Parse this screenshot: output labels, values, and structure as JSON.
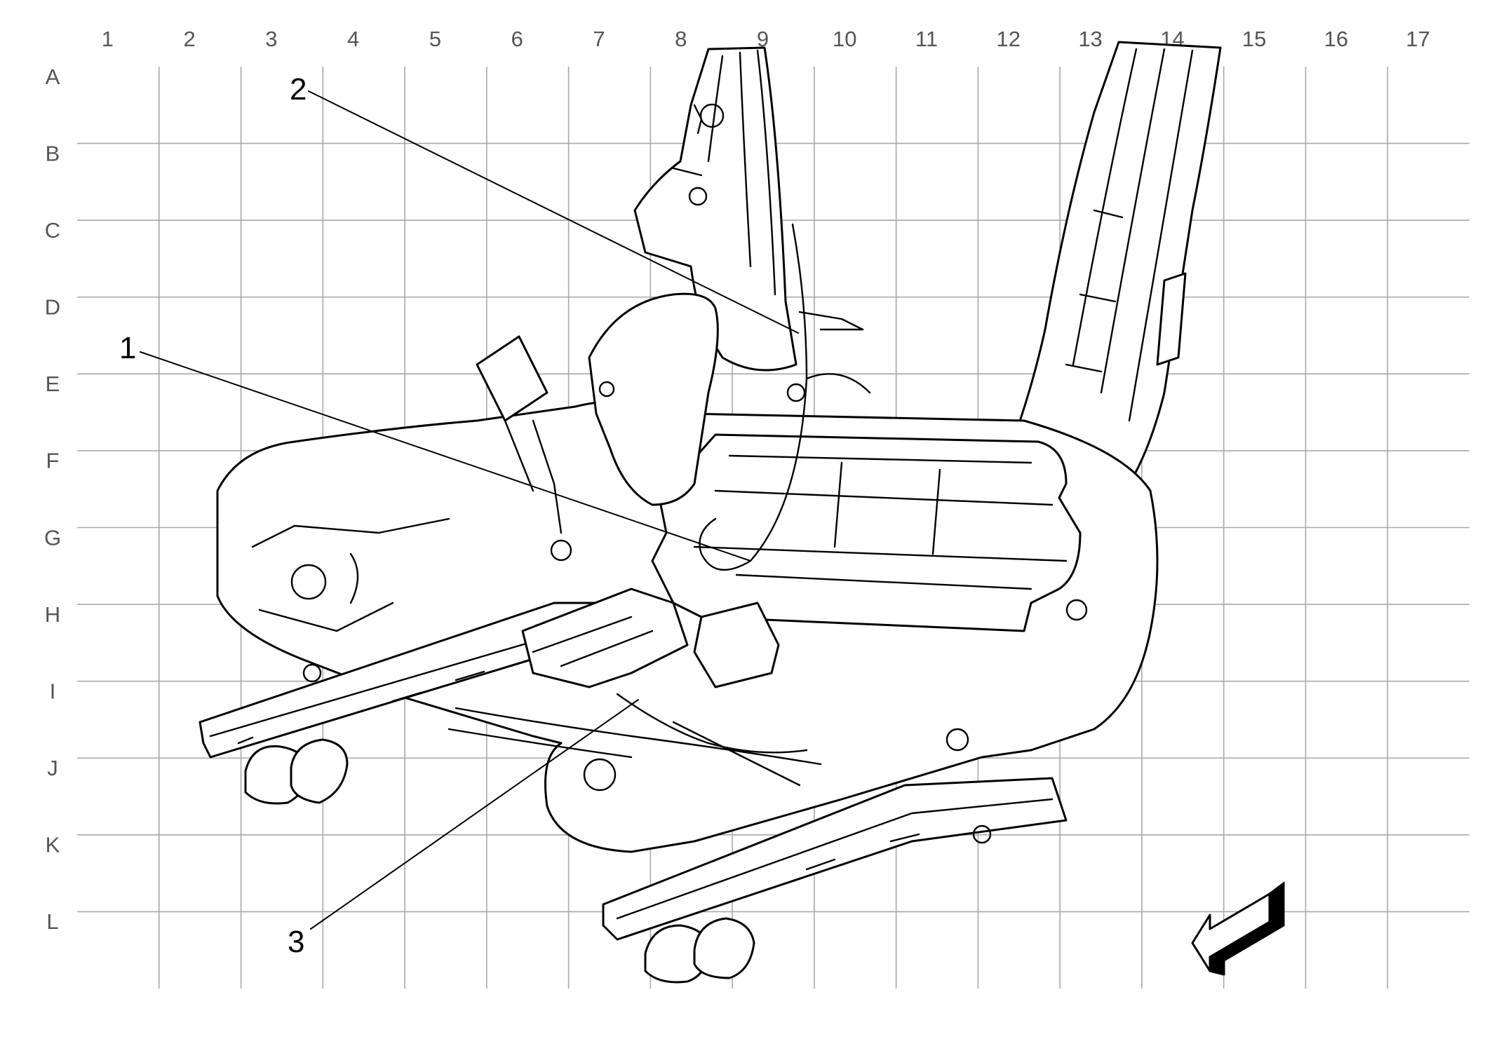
{
  "grid": {
    "columns": [
      "1",
      "2",
      "3",
      "4",
      "5",
      "6",
      "7",
      "8",
      "9",
      "10",
      "11",
      "12",
      "13",
      "14",
      "15",
      "16",
      "17"
    ],
    "rows": [
      "A",
      "B",
      "C",
      "D",
      "E",
      "F",
      "G",
      "H",
      "I",
      "J",
      "K",
      "L"
    ],
    "line_color": "#a8a8a8",
    "label_color": "#555555"
  },
  "callouts": [
    {
      "label": "1",
      "target": "seat-cushion-frame"
    },
    {
      "label": "2",
      "target": "seatback-wiring-harness"
    },
    {
      "label": "3",
      "target": "seat-adjuster-module"
    }
  ],
  "direction_arrow": {
    "icon": "front-direction-arrow-icon"
  },
  "colors": {
    "line": "#000000",
    "background": "#ffffff"
  }
}
